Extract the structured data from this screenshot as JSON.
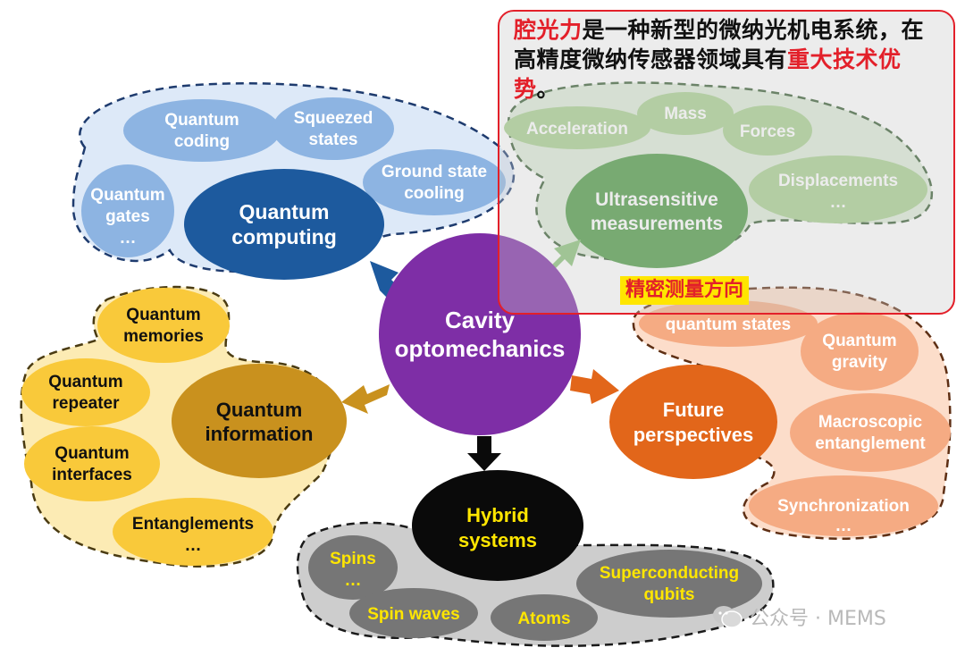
{
  "center": {
    "line1": "Cavity",
    "line2": "optomechanics"
  },
  "quantum_computing": {
    "title_line1": "Quantum",
    "title_line2": "computing",
    "items": [
      {
        "line1": "Quantum",
        "line2": "coding"
      },
      {
        "line1": "Squeezed",
        "line2": "states"
      },
      {
        "line1": "Ground state",
        "line2": "cooling"
      },
      {
        "line1": "Quantum",
        "line2": "gates",
        "line3": "…"
      }
    ]
  },
  "ultrasensitive": {
    "title_line1": "Ultrasensitive",
    "title_line2": "measurements",
    "items": {
      "acceleration": "Acceleration",
      "mass": "Mass",
      "forces": "Forces",
      "displacements": "Displacements",
      "ellipsis": "…"
    }
  },
  "quantum_information": {
    "title_line1": "Quantum",
    "title_line2": "information",
    "items": [
      {
        "line1": "Quantum",
        "line2": "memories"
      },
      {
        "line1": "Quantum",
        "line2": "repeater"
      },
      {
        "line1": "Quantum",
        "line2": "interfaces"
      },
      {
        "line1": "Entanglements",
        "line2": "…"
      }
    ]
  },
  "future": {
    "title_line1": "Future",
    "title_line2": "perspectives",
    "items": [
      {
        "line1": "quantum states"
      },
      {
        "line1": "Quantum",
        "line2": "gravity"
      },
      {
        "line1": "Macroscopic",
        "line2": "entanglement"
      },
      {
        "line1": "Synchronization",
        "line2": "…"
      }
    ]
  },
  "hybrid": {
    "title_line1": "Hybrid",
    "title_line2": "systems",
    "items": [
      {
        "line1": "Spins",
        "line2": "…"
      },
      {
        "line1": "Spin waves"
      },
      {
        "line1": "Atoms"
      },
      {
        "line1": "Superconducting",
        "line2": "qubits"
      }
    ]
  },
  "callout": {
    "seg1": "腔光力",
    "seg2": "是一种新型的微纳光机电系统，在高精度微纳传感器领域具有",
    "seg3": "重大技术优势",
    "seg4": "。",
    "tag": "精密测量方向"
  },
  "watermark": {
    "text": "公众号 · MEMS"
  },
  "colors": {
    "center": "#7e2ea6",
    "quantum_computing": "#1d5a9e",
    "ultrasensitive": "#4d9a44",
    "quantum_information": "#c9911e",
    "future": "#e2661a",
    "hybrid": "#0a0a0a",
    "callout_border": "#e3202a",
    "callout_highlight": "#e3202a",
    "tag_bg": "#ffe600"
  }
}
